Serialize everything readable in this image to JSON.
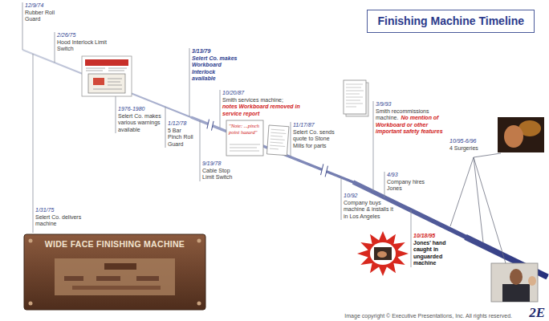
{
  "diagram": {
    "title": "Finishing Machine Timeline",
    "labels": [
      "12/9/74",
      "Rubber Roll Guard",
      "2/26/75",
      "Hood Interlock Limit Switch",
      "1/31/75",
      "Selert Co. delivers machine",
      "1976-1980",
      "Selert Co. makes various warnings available",
      "1/12/78",
      "5 Bar Pinch Roll Guard",
      "3/13/79",
      "Selert Co. makes Workboard Interlock available",
      "9/19/78",
      "Cable Stop Limit Switch",
      "10/20/87",
      "Smith services machine;",
      "notes Workboard removed in service report",
      "\"Note: ...pinch point hazard\"",
      "11/17/87",
      "Selert Co. sends quote to Stone Mills for parts",
      "3/9/93",
      "Smith recommissions machine.",
      "No mention of Workboard or other important safety features",
      "10/92",
      "Company buys machine & installs it in Los Angeles",
      "4/93",
      "Company hires Jones",
      "10/95-6/96",
      "4 Surgeries",
      "10/18/95",
      "Jones' hand caught in unguarded machine",
      "WIDE FACE FINISHING MACHINE",
      "Image copyright © Executive Presentations, Inc. All rights reserved.",
      "2E"
    ]
  }
}
